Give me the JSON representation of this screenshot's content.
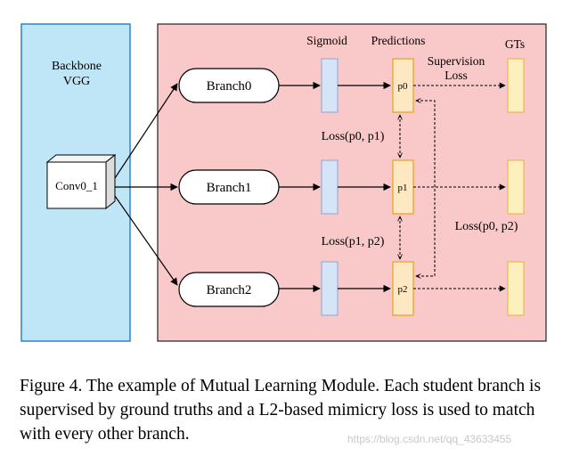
{
  "backbone": {
    "line1": "Backbone",
    "line2": "VGG",
    "block": "Conv0_1"
  },
  "branches": [
    "Branch0",
    "Branch1",
    "Branch2"
  ],
  "headers": {
    "sigmoid": "Sigmoid",
    "predictions": "Predictions",
    "gts": "GTs"
  },
  "predictions": [
    "p0",
    "p1",
    "p2"
  ],
  "supervision_loss": {
    "line1": "Supervision",
    "line2": "Loss"
  },
  "losses": {
    "p0_p1": "Loss(p0, p1)",
    "p1_p2": "Loss(p1, p2)",
    "p0_p2": "Loss(p0, p2)"
  },
  "colors": {
    "backbone_fill": "#bfe6f7",
    "module_fill": "#f9c8c8",
    "sigmoid_fill": "#d6e4f7",
    "sigmoid_stroke": "#8aa6cf",
    "pred_fill": "#fde8c2",
    "pred_stroke": "#e8a020",
    "gt_fill": "#fdefbe",
    "gt_stroke": "#e8b040"
  },
  "caption": "Figure 4. The example of Mutual Learning Module. Each student branch is supervised by ground truths and a L2-based mimicry loss is used to match with every other branch.",
  "watermark": "https://blog.csdn.net/qq_43633455"
}
